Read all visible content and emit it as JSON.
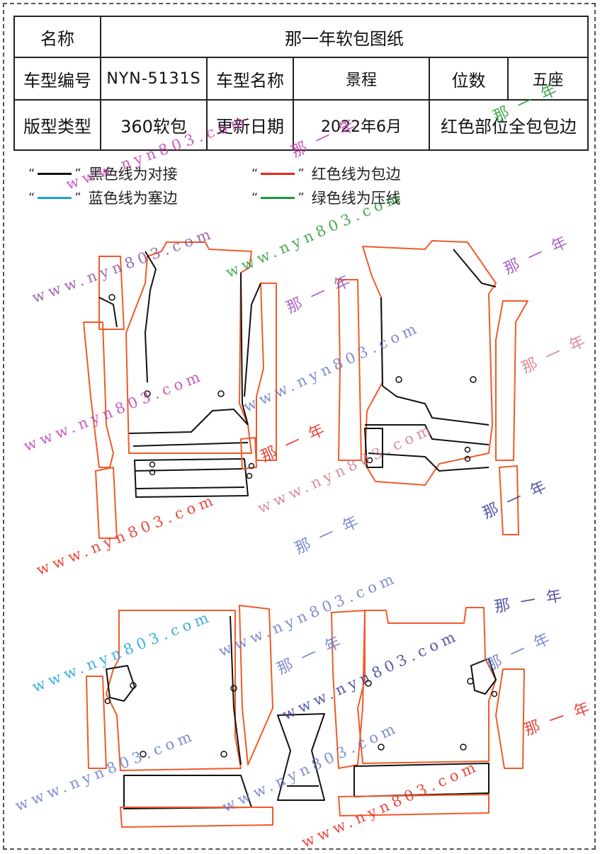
{
  "table": {
    "r1": {
      "label": "名称",
      "value": "那一年软包图纸"
    },
    "r2": {
      "label1": "车型编号",
      "value1": "NYN-5131S",
      "label2": "车型名称",
      "value2": "景程",
      "label3": "位数",
      "value3": "五座"
    },
    "r3": {
      "label1": "版型类型",
      "value1": "360软包",
      "label2": "更新日期",
      "value2": "2022年6月",
      "value3": "红色部位全包包边"
    }
  },
  "legend": {
    "open_quote": "“",
    "close_quote": "”",
    "items": [
      {
        "text": "黑色线为对接",
        "color": "#111111"
      },
      {
        "text": "红色线为包边",
        "color": "#e8281c"
      },
      {
        "text": "蓝色线为塞边",
        "color": "#1aa3d8"
      },
      {
        "text": "绿色线为压线",
        "color": "#1a9a3c"
      }
    ]
  },
  "colors": {
    "edge_red": "#f05a28",
    "join_black": "#111111"
  },
  "watermarks": {
    "url": "www.nyn803.com",
    "brand": "那 一 年"
  }
}
